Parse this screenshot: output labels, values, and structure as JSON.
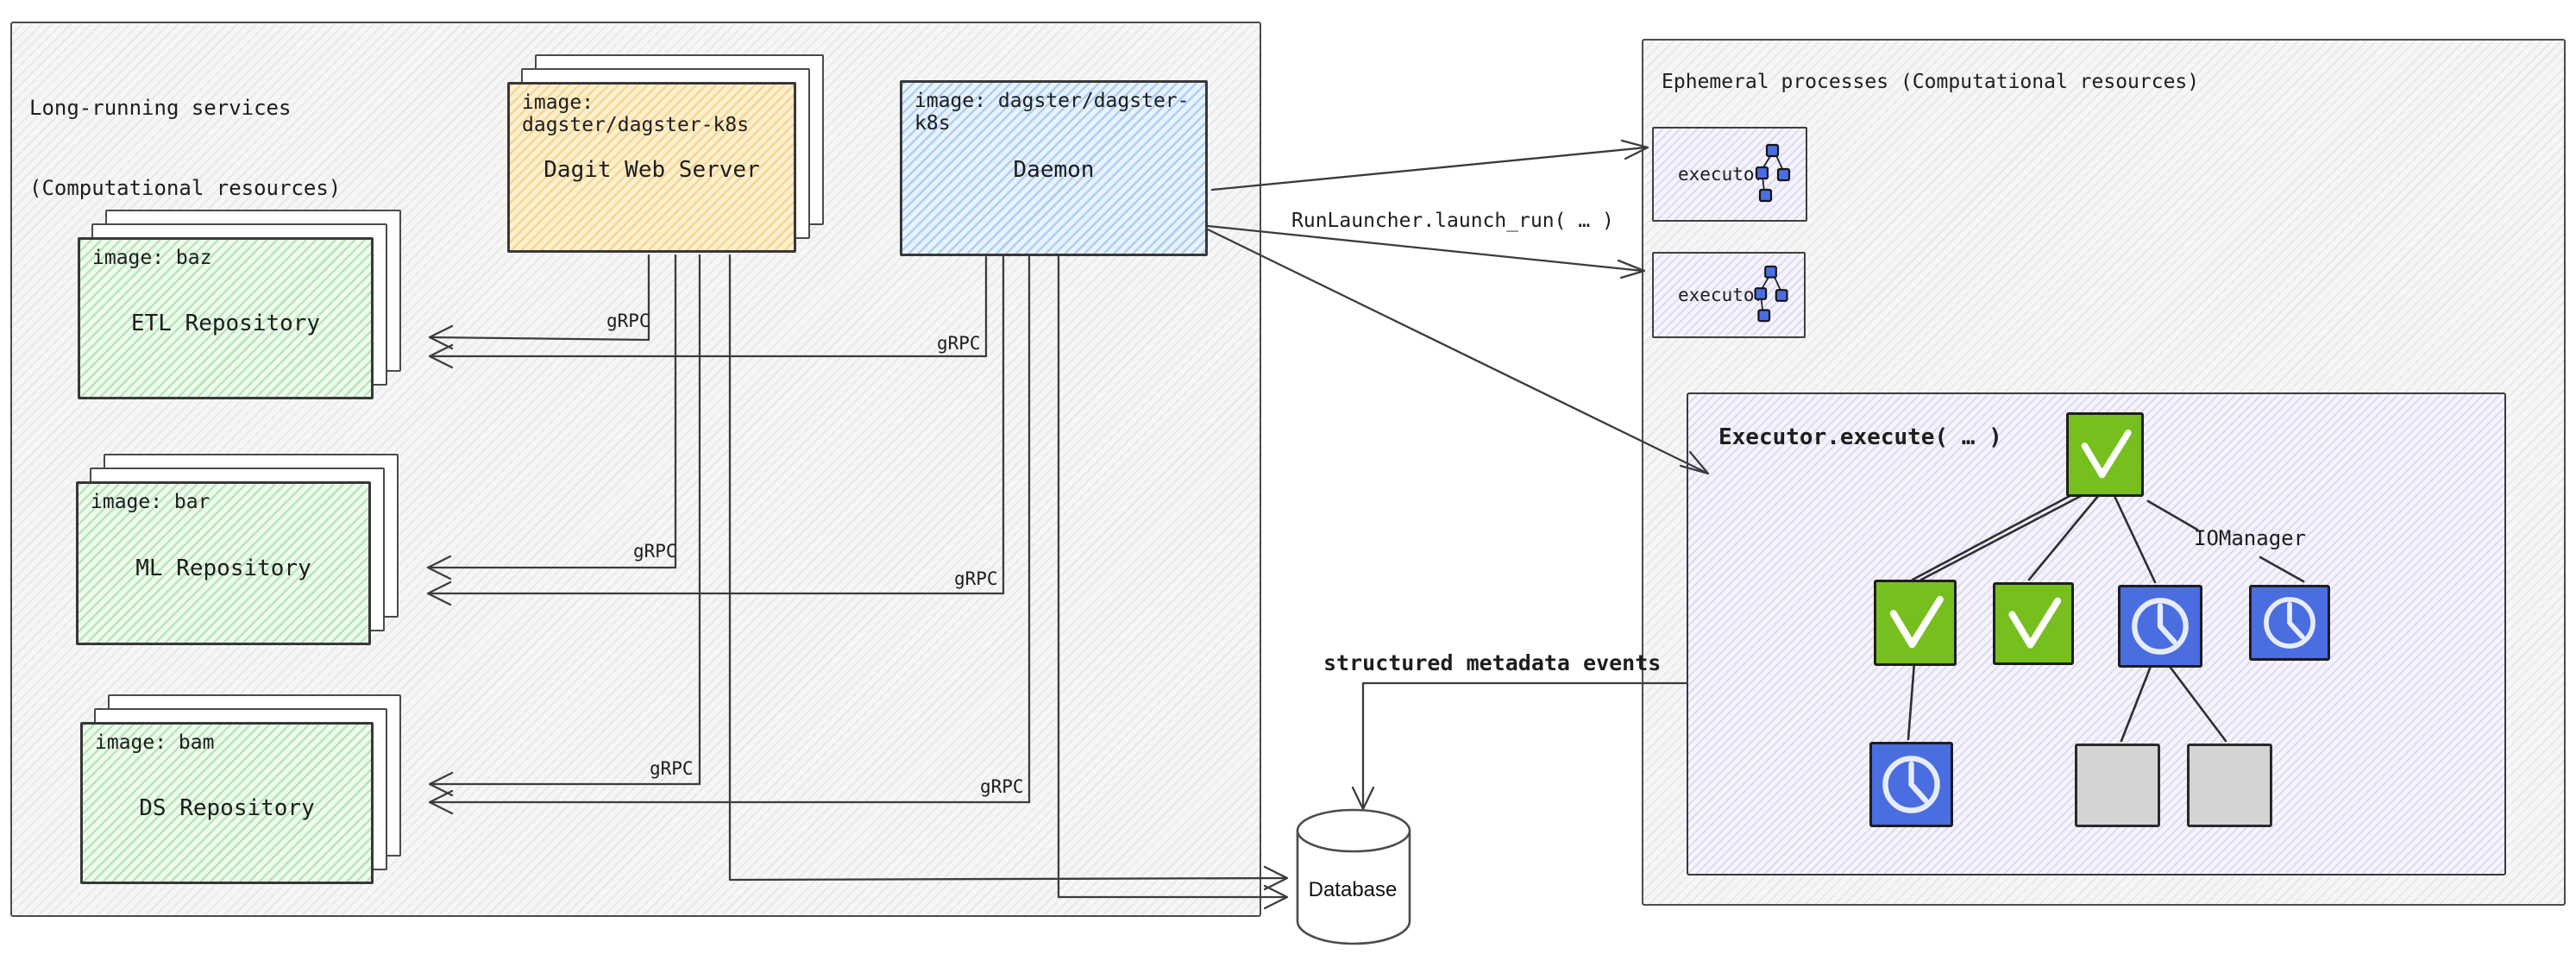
{
  "left_panel": {
    "title_line1": "Long-running services",
    "title_line2": "(Computational resources)",
    "dagit": {
      "image_label": "image: dagster/dagster-k8s",
      "name": "Dagit Web Server"
    },
    "daemon": {
      "image_label": "image: dagster/dagster-k8s",
      "name": "Daemon"
    },
    "repositories": [
      {
        "image_label": "image: baz",
        "name": "ETL Repository"
      },
      {
        "image_label": "image: bar",
        "name": "ML Repository"
      },
      {
        "image_label": "image: bam",
        "name": "DS Repository"
      }
    ],
    "grpc_label": "gRPC"
  },
  "right_panel": {
    "title": "Ephemeral processes (Computational resources)",
    "executors": [
      {
        "label": "executor"
      },
      {
        "label": "executor"
      }
    ],
    "execute_box": {
      "title": "Executor.execute( … )",
      "iomanager_label": "IOManager"
    }
  },
  "flow_labels": {
    "run_launcher": "RunLauncher.launch_run( … )",
    "metadata_events": "structured metadata events"
  },
  "database": {
    "label": "Database"
  },
  "icons": {
    "check": "check-icon",
    "clock": "clock-icon",
    "dag": "dag-icon",
    "database": "database-cylinder-icon"
  },
  "colors": {
    "step_success_green": "#77bf1f",
    "step_running_blue": "#4a6de0",
    "step_queued_gray": "#d4d4d4",
    "dagit_yellow": "#fdf0cf",
    "daemon_blue": "#e9f2fd",
    "repo_green": "#effbec",
    "ephemeral_lavender": "#f5f3fc",
    "stroke_dark": "#3c3c3c"
  },
  "exec_dag": {
    "nodes": [
      {
        "id": "root",
        "status": "success"
      },
      {
        "id": "step-a",
        "status": "success"
      },
      {
        "id": "step-b",
        "status": "success"
      },
      {
        "id": "step-c",
        "status": "in-progress"
      },
      {
        "id": "step-d",
        "status": "in-progress"
      },
      {
        "id": "step-e",
        "status": "in-progress"
      },
      {
        "id": "step-f",
        "status": "queued"
      },
      {
        "id": "step-g",
        "status": "queued"
      }
    ],
    "edges": [
      "root-a",
      "root-b",
      "root-c",
      "root-d",
      "a-e",
      "c-f",
      "c-g"
    ]
  }
}
